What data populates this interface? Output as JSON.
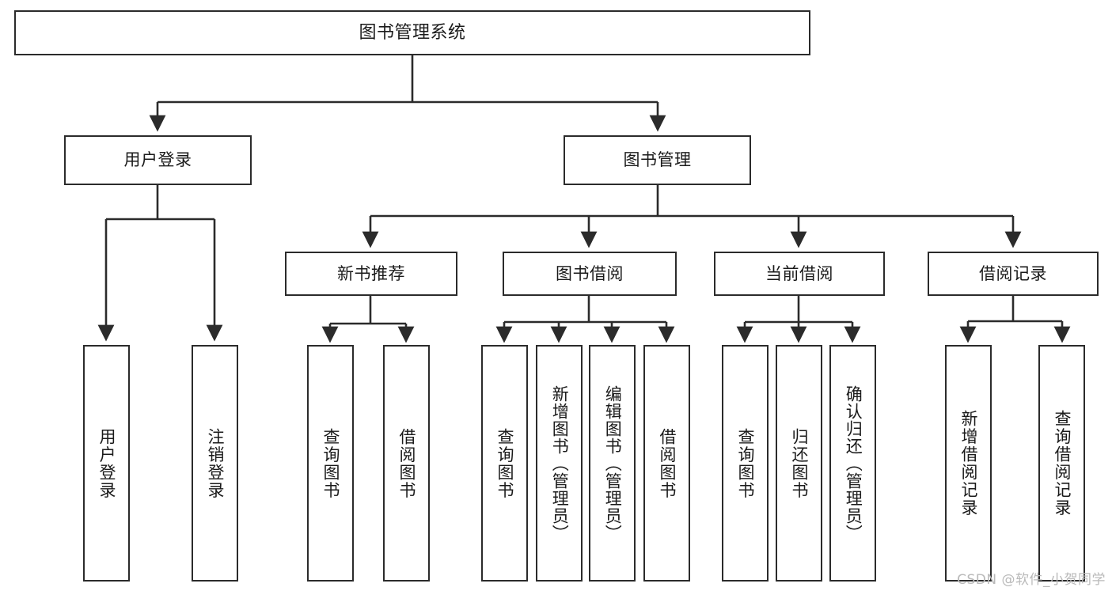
{
  "diagram": {
    "title": "图书管理系统",
    "watermark": "CSDN @软件_小贺同学",
    "colors": {
      "stroke": "#2b2b2b",
      "fill": "#ffffff",
      "text": "#1a1a1a",
      "watermark": "#b9b9b9"
    },
    "root": {
      "label": "图书管理系统"
    },
    "level2": [
      {
        "id": "user-login",
        "label": "用户登录"
      },
      {
        "id": "book-management",
        "label": "图书管理"
      }
    ],
    "level3": [
      {
        "id": "new-book-recommend",
        "label": "新书推荐"
      },
      {
        "id": "book-borrow",
        "label": "图书借阅"
      },
      {
        "id": "current-borrow",
        "label": "当前借阅"
      },
      {
        "id": "borrow-record",
        "label": "借阅记录"
      }
    ],
    "leaves": {
      "user-login": [
        {
          "id": "leaf-user-login",
          "label": "用户登录"
        },
        {
          "id": "leaf-logout-login",
          "label": "注销登录"
        }
      ],
      "new-book-recommend": [
        {
          "id": "leaf-query-book-1",
          "label": "查询图书"
        },
        {
          "id": "leaf-borrow-book-1",
          "label": "借阅图书"
        }
      ],
      "book-borrow": [
        {
          "id": "leaf-query-book-2",
          "label": "查询图书"
        },
        {
          "id": "leaf-add-book-admin",
          "label": "新增图书（管理员）"
        },
        {
          "id": "leaf-edit-book-admin",
          "label": "编辑图书（管理员）"
        },
        {
          "id": "leaf-borrow-book-2",
          "label": "借阅图书"
        }
      ],
      "current-borrow": [
        {
          "id": "leaf-query-book-3",
          "label": "查询图书"
        },
        {
          "id": "leaf-return-book",
          "label": "归还图书"
        },
        {
          "id": "leaf-confirm-return-admin",
          "label": "确认归还（管理员）"
        }
      ],
      "borrow-record": [
        {
          "id": "leaf-add-borrow-record",
          "label": "新增借阅记录"
        },
        {
          "id": "leaf-query-borrow-record",
          "label": "查询借阅记录"
        }
      ]
    }
  }
}
